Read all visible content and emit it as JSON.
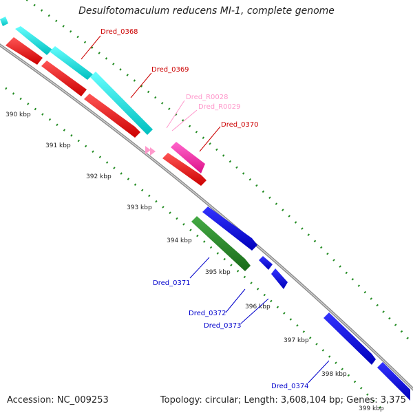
{
  "title": "Desulfotomaculum reducens MI-1, complete genome",
  "footer": {
    "accession": "Accession: NC_009253",
    "topology": "Topology: circular; Length: 3,608,104 bp; Genes: 3,375"
  },
  "ticks": [
    "390 kbp",
    "391 kbp",
    "392 kbp",
    "393 kbp",
    "394 kbp",
    "395 kbp",
    "396 kbp",
    "397 kbp",
    "398 kbp",
    "399 kbp"
  ],
  "genes": [
    {
      "id": "Dred_0368",
      "color": "#ff0000"
    },
    {
      "id": "Dred_0369",
      "color": "#ff0000"
    },
    {
      "id": "Dred_R0028",
      "color": "#ff99cc"
    },
    {
      "id": "Dred_R0029",
      "color": "#ff99cc"
    },
    {
      "id": "Dred_0370",
      "color": "#ff0000"
    },
    {
      "id": "Dred_0371",
      "color": "#0000cc"
    },
    {
      "id": "Dred_0372",
      "color": "#0000cc"
    },
    {
      "id": "Dred_0373",
      "color": "#0000cc"
    },
    {
      "id": "Dred_0374",
      "color": "#0000cc"
    }
  ],
  "colors": {
    "cds_reverse": "#ff0000",
    "cds_forward_cyan": "#00e5e5",
    "cds_pink": "#ff33aa",
    "cds_blue": "#0000ee",
    "cds_green": "#228b22",
    "backbone": "#999999",
    "tick_dots": "#228b22"
  }
}
